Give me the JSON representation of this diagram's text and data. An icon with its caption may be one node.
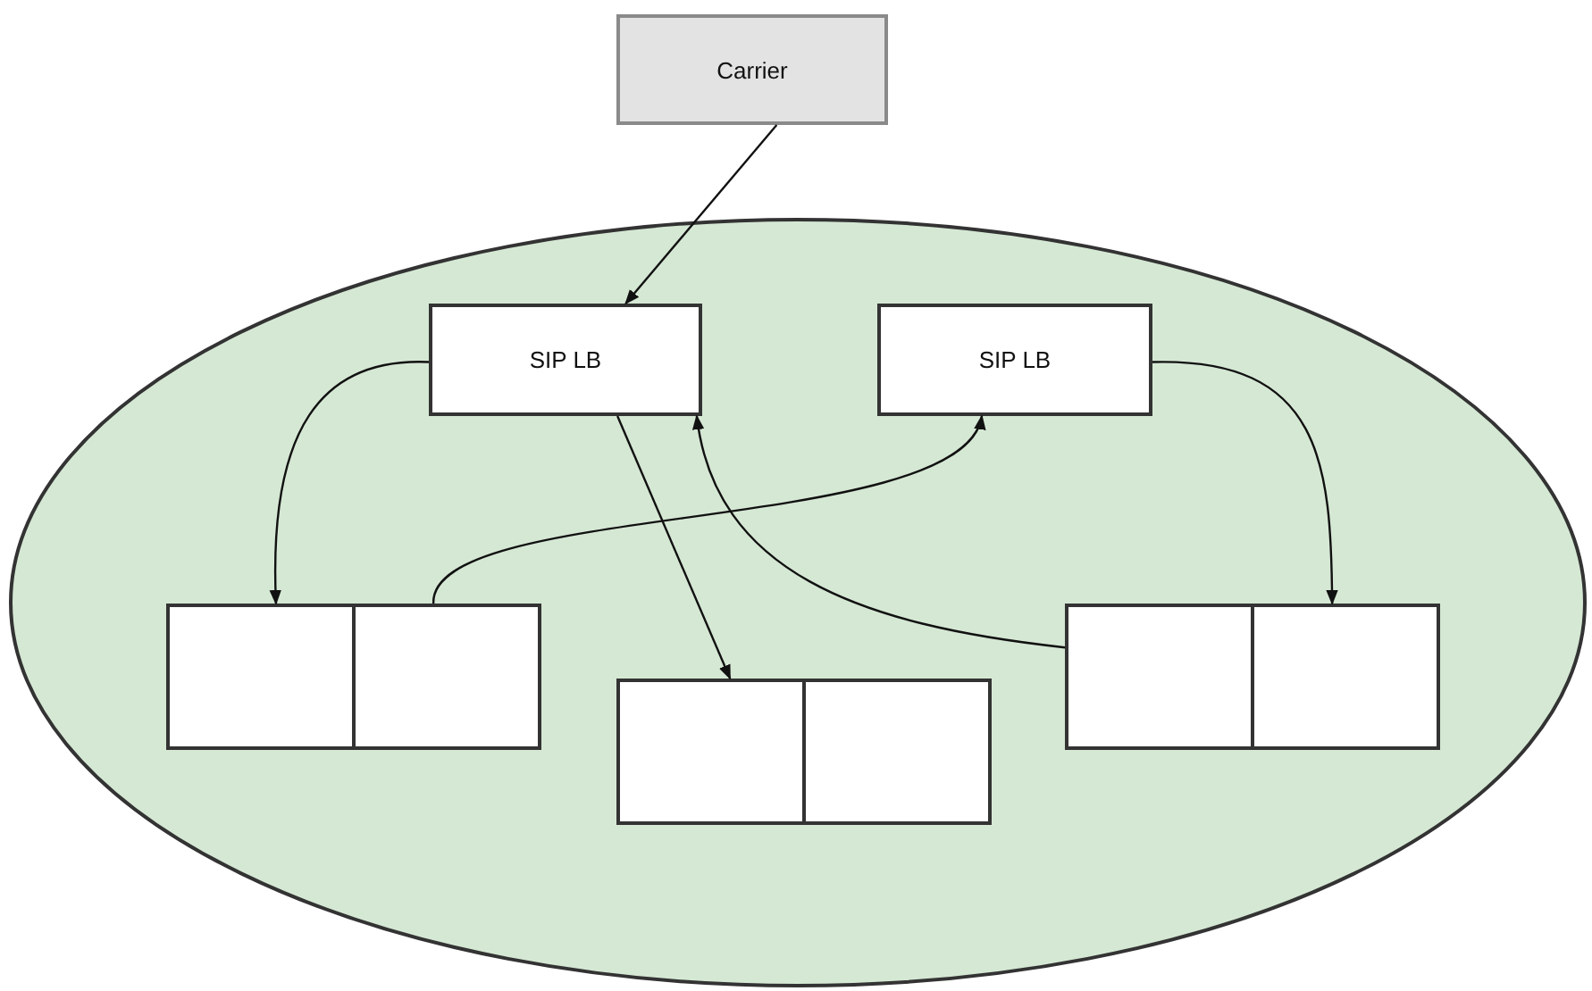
{
  "diagram": {
    "nodes": [
      {
        "text": [
          "Carrier"
        ]
      },
      {
        "text": [],
        "shape": "ellipse"
      },
      {
        "text": [
          "SIP LB"
        ],
        "in": 1
      },
      {
        "text": [
          "SIP LB"
        ],
        "in": 1
      },
      {
        "text": [],
        "shape": "box",
        "in": 1
      },
      {
        "text": [],
        "shape": "box",
        "in": 1
      },
      {
        "text": [],
        "shape": "box",
        "in": 1
      },
      {
        "text": [],
        "shape": "box",
        "in": 1
      },
      {
        "text": [],
        "shape": "box",
        "in": 1
      },
      {
        "text": [],
        "shape": "box",
        "in": 1
      }
    ],
    "edges": [
      {
        "from": 0,
        "to": 2,
        "arrow": "to"
      },
      {
        "from": 2,
        "to": 4,
        "arrow": "to"
      },
      {
        "from": 5,
        "to": 3,
        "arrow": "to"
      },
      {
        "from": 2,
        "to": 6,
        "arrow": "to"
      },
      {
        "from": 8,
        "to": 2,
        "arrow": "to"
      },
      {
        "from": 3,
        "to": 9,
        "arrow": "to"
      }
    ]
  }
}
